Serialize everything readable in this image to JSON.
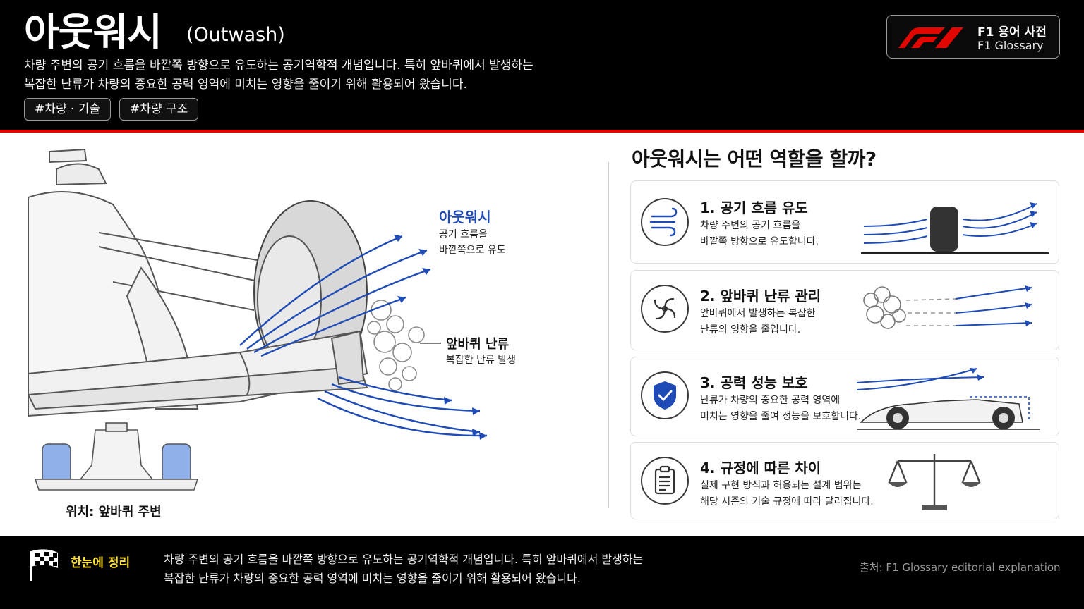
{
  "header": {
    "title": "아웃워시",
    "subtitle": "(Outwash)",
    "description_line1": "차량 주변의 공기 흐름을 바깥쪽 방향으로 유도하는 공기역학적 개념입니다. 특히 앞바퀴에서 발생하는",
    "description_line2": "복잡한 난류가 차량의 중요한 공력 영역에 미치는 영향을 줄이기 위해 활용되어 왔습니다.",
    "tags": [
      "#차량 · 기술",
      "#차량 구조"
    ],
    "glossary_ko": "F1 용어 사전",
    "glossary_en": "F1 Glossary"
  },
  "illustration": {
    "outwash_title": "아웃워시",
    "outwash_desc_line1": "공기 흐름을",
    "outwash_desc_line2": "바깥쪽으로 유도",
    "turbulence_title": "앞바퀴 난류",
    "turbulence_desc": "복잡한 난류 발생",
    "location": "위치: 앞바퀴 주변"
  },
  "panel": {
    "title": "아웃워시는 어떤 역할을 할까?",
    "cards": [
      {
        "title": "1. 공기 흐름 유도",
        "line1": "차량 주변의 공기 흐름을",
        "line2": "바깥쪽 방향으로 유도합니다.",
        "icon": "wind-icon"
      },
      {
        "title": "2. 앞바퀴 난류 관리",
        "line1": "앞바퀴에서 발생하는 복잡한",
        "line2": "난류의 영향을 줄입니다.",
        "icon": "swirl-icon"
      },
      {
        "title": "3. 공력 성능 보호",
        "line1": "난류가 차량의 중요한 공력 영역에",
        "line2": "미치는 영향을 줄여 성능을 보호합니다.",
        "icon": "shield-check-icon"
      },
      {
        "title": "4. 규정에 따른 차이",
        "line1": "실제 구현 방식과 허용되는 설계 범위는",
        "line2": "해당 시즌의 기술 규정에 따라 달라집니다.",
        "icon": "clipboard-icon"
      }
    ]
  },
  "footer": {
    "summary_label": "한눈에 정리",
    "summary_line1": "차량 주변의 공기 흐름을 바깥쪽 방향으로 유도하는 공기역학적 개념입니다. 특히 앞바퀴에서 발생하는",
    "summary_line2": "복잡한 난류가 차량의 중요한 공력 영역에 미치는 영향을 줄이기 위해 활용되어 왔습니다.",
    "source": "출처: F1 Glossary editorial explanation"
  },
  "colors": {
    "accent_blue": "#1e4bb5",
    "f1_red": "#e10600",
    "highlight_yellow": "#ffe033"
  }
}
